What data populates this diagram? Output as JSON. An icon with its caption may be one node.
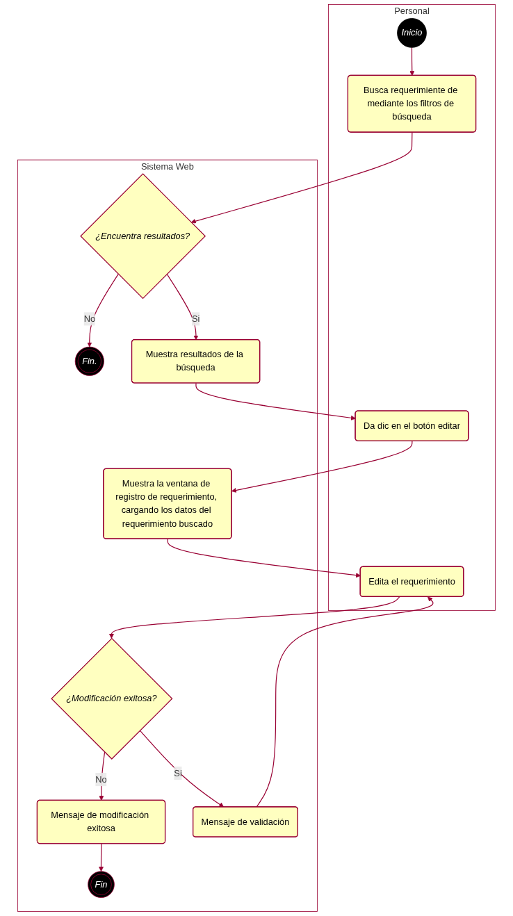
{
  "diagram": {
    "nodes": [
      {
        "text": [
          "Personal"
        ]
      },
      {
        "text": [
          "Sistema Web"
        ]
      },
      {
        "text": [
          "Inicio"
        ],
        "in": 0
      },
      {
        "text": [
          "Busca requerimiente de mediante los filtros de búsqueda"
        ],
        "in": 0
      },
      {
        "text": [
          "¿Encuentra resultados?"
        ],
        "in": 1
      },
      {
        "text": [
          "Fin."
        ],
        "in": 1
      },
      {
        "text": [
          "Da dic en el botón editar"
        ],
        "in": 0
      },
      {
        "text": [
          "Muestra resultados de la búsqueda"
        ],
        "in": 1
      },
      {
        "text": [
          "Muestra la ventana de registro de requerimiento, cargando los datos del requerimiento buscado"
        ],
        "in": 1
      },
      {
        "text": [
          "Edita el requerimiento"
        ],
        "in": 0
      },
      {
        "text": [
          "¿Modificación exitosa?"
        ],
        "in": 1
      },
      {
        "text": [
          "Mensaje de modificación exitosa"
        ],
        "in": 1
      },
      {
        "text": [
          "Mensaje de validación"
        ],
        "in": 1
      },
      {
        "text": [
          "Fin"
        ],
        "in": 1
      }
    ],
    "edges": [
      {
        "from": 2,
        "to": 3,
        "arrow": "to"
      },
      {
        "from": 3,
        "to": 4,
        "arrow": "to"
      },
      {
        "from": 4,
        "to": 5,
        "arrow": "to",
        "label": "No"
      },
      {
        "from": 4,
        "to": 7,
        "arrow": "to",
        "label": "Si"
      },
      {
        "from": 7,
        "to": 6,
        "arrow": "to"
      },
      {
        "from": 6,
        "to": 8,
        "arrow": "to"
      },
      {
        "from": 8,
        "to": 9,
        "arrow": "to"
      },
      {
        "from": 9,
        "to": 10,
        "arrow": "to"
      },
      {
        "from": 10,
        "to": 12,
        "arrow": "to",
        "label": "Si"
      },
      {
        "from": 10,
        "to": 11,
        "arrow": "to",
        "label": "No"
      },
      {
        "from": 12,
        "to": 9,
        "arrow": "to"
      },
      {
        "from": 11,
        "to": 13,
        "arrow": "to"
      }
    ]
  }
}
